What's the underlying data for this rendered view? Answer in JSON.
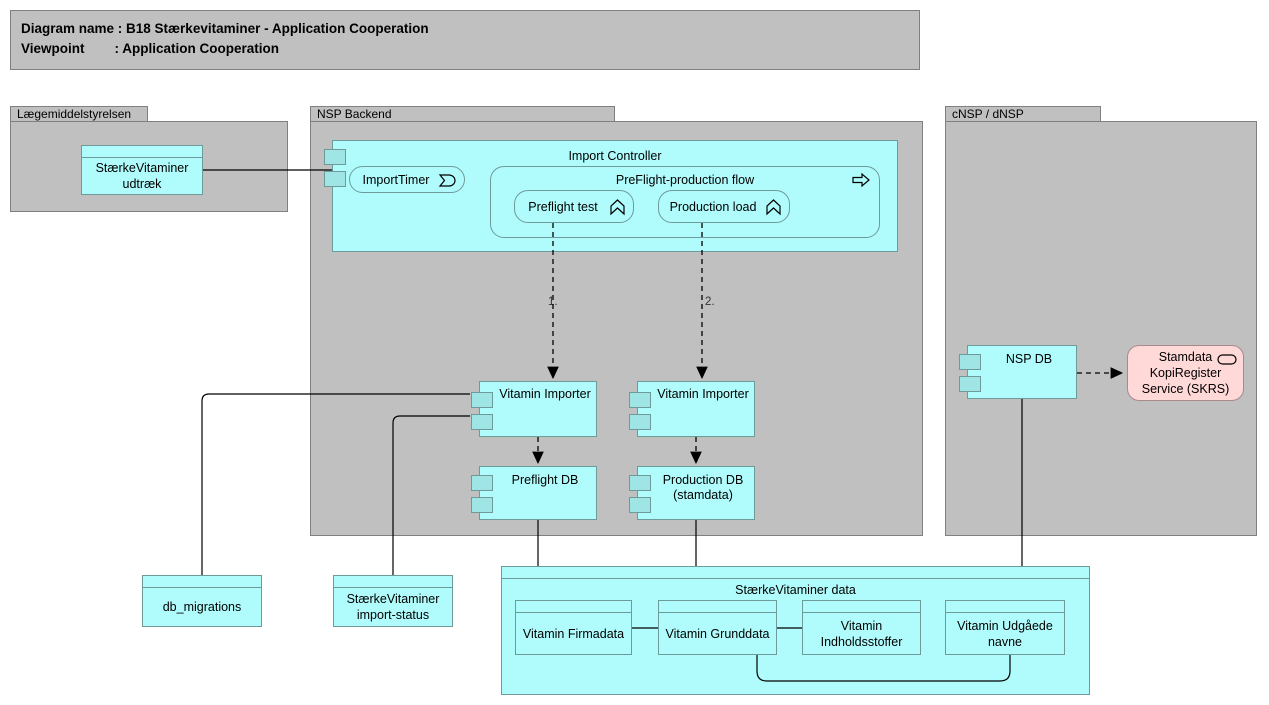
{
  "header": {
    "line1": "Diagram name : B18 Stærkevitaminer - Application Cooperation",
    "line2": "Viewpoint        : Application Cooperation"
  },
  "groups": [
    {
      "id": "laegemiddelstyrelsen",
      "label": "Lægemiddelstyrelsen"
    },
    {
      "id": "nsp_backend",
      "label": "NSP Backend"
    },
    {
      "id": "cnsp_dnsp",
      "label": "cNSP / dNSP"
    }
  ],
  "nodes": {
    "staerkevitaminer_udtraek": {
      "label": "StærkeVitaminer\nudtræk",
      "type": "data-object"
    },
    "import_controller": {
      "label": "Import Controller",
      "type": "application-component"
    },
    "import_timer": {
      "label": "ImportTimer",
      "type": "application-event",
      "icon": "application-event-icon"
    },
    "preflight_production_flow": {
      "label": "PreFlight-production flow",
      "type": "application-process",
      "icon": "application-process-icon"
    },
    "preflight_test": {
      "label": "Preflight test",
      "type": "application-function",
      "icon": "application-function-icon"
    },
    "production_load": {
      "label": "Production load",
      "type": "application-function",
      "icon": "application-function-icon"
    },
    "vitamin_importer_1": {
      "label": "Vitamin Importer",
      "type": "application-component"
    },
    "vitamin_importer_2": {
      "label": "Vitamin Importer",
      "type": "application-component"
    },
    "preflight_db": {
      "label": "Preflight DB",
      "type": "application-component"
    },
    "production_db": {
      "label": "Production DB\n(stamdata)",
      "type": "application-component"
    },
    "nsp_db": {
      "label": "NSP DB",
      "type": "application-component"
    },
    "skrs": {
      "label": "Stamdata\nKopiRegister\nService (SKRS)",
      "type": "application-service",
      "icon": "application-service-icon"
    },
    "db_migrations": {
      "label": "db_migrations",
      "type": "data-object"
    },
    "import_status": {
      "label": "StærkeVitaminer\nimport-status",
      "type": "data-object"
    },
    "staerkevitaminer_data": {
      "label": "StærkeVitaminer data",
      "type": "grouping"
    },
    "vitamin_firmadata": {
      "label": "Vitamin Firmadata",
      "type": "data-object"
    },
    "vitamin_grunddata": {
      "label": "Vitamin Grunddata",
      "type": "data-object"
    },
    "vitamin_indholdsstoffer": {
      "label": "Vitamin\nIndholdsstoffer",
      "type": "data-object"
    },
    "vitamin_udgaede_navne": {
      "label": "Vitamin Udgåede\nnavne",
      "type": "data-object"
    }
  },
  "connector_labels": {
    "step1": "1.",
    "step2": "2."
  },
  "colors": {
    "application": "#b0fcfc",
    "application_border": "#6f9a9a",
    "component_tab": "#9fe5e5",
    "group_fill": "#c0c0c0",
    "group_border": "#808080",
    "service_fill": "#ffd8d8",
    "service_border": "#a88a8a",
    "connector": "#000000",
    "canvas": "#ffffff"
  }
}
